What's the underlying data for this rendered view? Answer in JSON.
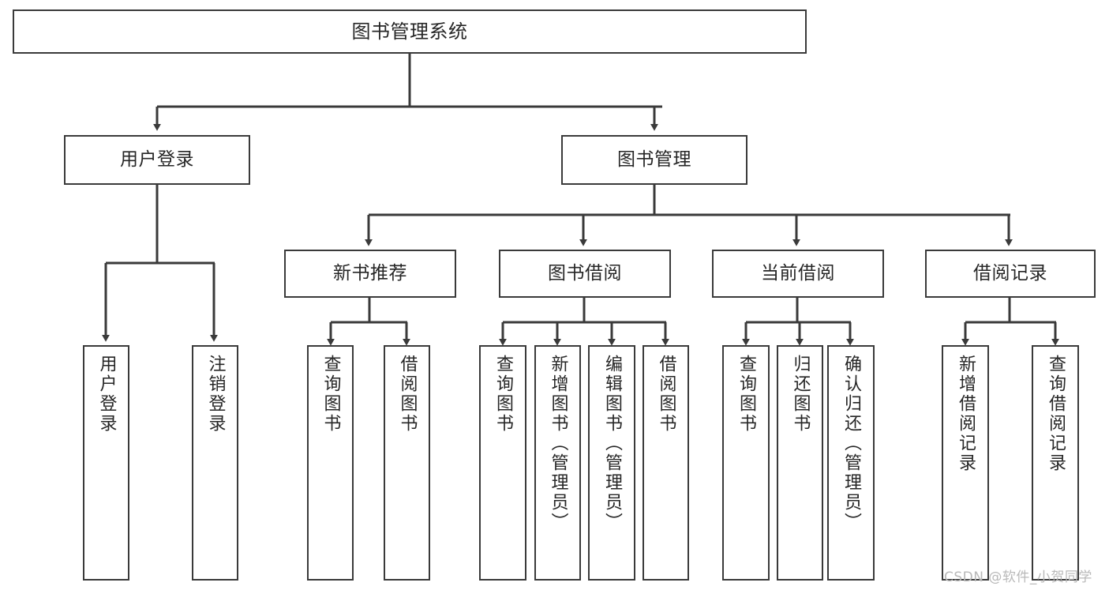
{
  "diagram": {
    "title": "图书管理系统",
    "type": "tree-hierarchy",
    "orientation": "top-down",
    "line_color": "#3a3a3a",
    "box_fill": "#ffffff",
    "text_color": "#262626",
    "watermark": "CSDN @软件_小贺同学",
    "watermark_color": "#b9b9b9"
  },
  "root": {
    "label": "图书管理系统"
  },
  "level1": [
    {
      "label": "用户登录"
    },
    {
      "label": "图书管理"
    }
  ],
  "level2": [
    {
      "label": "新书推荐"
    },
    {
      "label": "图书借阅"
    },
    {
      "label": "当前借阅"
    },
    {
      "label": "借阅记录"
    }
  ],
  "leaves": {
    "user_login": [
      {
        "label": "用户登录"
      },
      {
        "label": "注销登录"
      }
    ],
    "new_book_recommend": [
      {
        "label": "查询图书"
      },
      {
        "label": "借阅图书"
      }
    ],
    "book_borrow": [
      {
        "label": "查询图书"
      },
      {
        "label": "新增图书（管理员）"
      },
      {
        "label": "编辑图书（管理员）"
      },
      {
        "label": "借阅图书"
      }
    ],
    "current_borrow": [
      {
        "label": "查询图书"
      },
      {
        "label": "归还图书"
      },
      {
        "label": "确认归还（管理员）"
      }
    ],
    "borrow_records": [
      {
        "label": "新增借阅记录"
      },
      {
        "label": "查询借阅记录"
      }
    ]
  }
}
